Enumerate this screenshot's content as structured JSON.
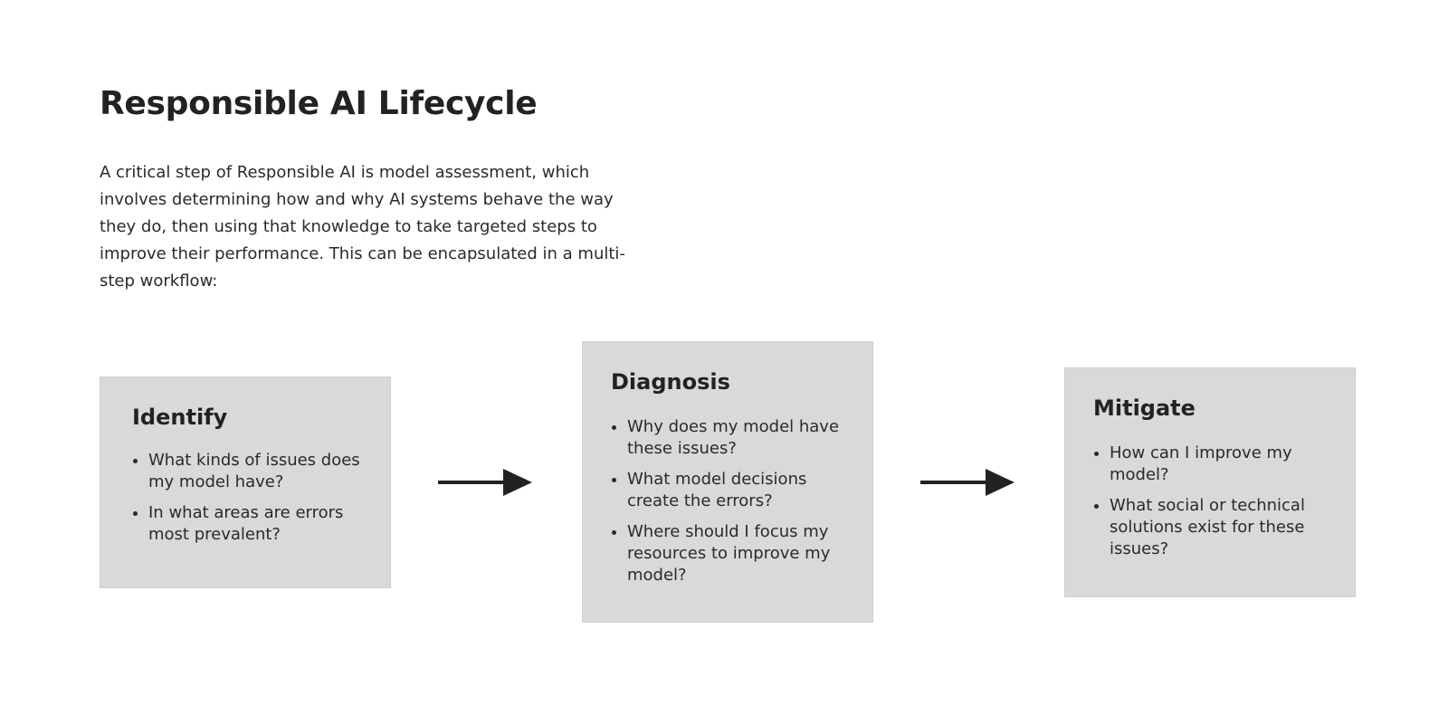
{
  "title": "Responsible AI Lifecycle",
  "intro": "A critical step of Responsible AI is model assessment, which involves determining how and why AI systems behave the way they do, then using that knowledge to take targeted steps to improve their performance. This can be encapsulated in a multi-step workflow:",
  "steps": [
    {
      "title": "Identify",
      "items": [
        "What kinds of issues does my model have?",
        "In what areas are errors most prevalent?"
      ]
    },
    {
      "title": "Diagnosis",
      "items": [
        "Why does my model have these issues?",
        "What model decisions create the errors?",
        "Where should I focus my resources to improve my model?"
      ]
    },
    {
      "title": "Mitigate",
      "items": [
        "How can I improve my model?",
        "What social or technical solutions exist for these issues?"
      ]
    }
  ],
  "colors": {
    "box_background": "#d9d9d9",
    "text": "#222222",
    "arrow": "#222222"
  },
  "icons": {
    "connector": "right-arrow-icon"
  }
}
